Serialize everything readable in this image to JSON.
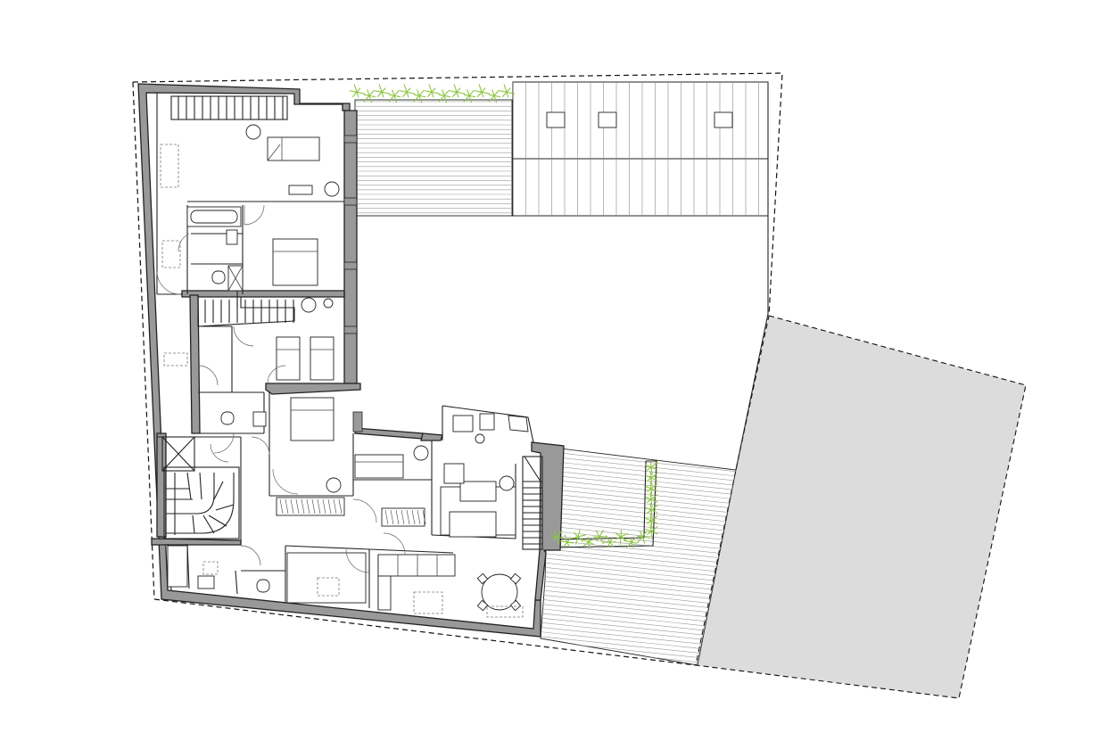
{
  "plan": {
    "colors": {
      "wall": "#999999",
      "line": "#222222",
      "neighbour_fill": "#dcdcdc",
      "planting": "#8cc63f",
      "decking": "#9a9a9a"
    },
    "layers": [
      "site-boundary",
      "neighbour-building",
      "exterior-walls",
      "interior-walls",
      "stairs",
      "furniture",
      "doors",
      "terraces",
      "planting"
    ]
  }
}
